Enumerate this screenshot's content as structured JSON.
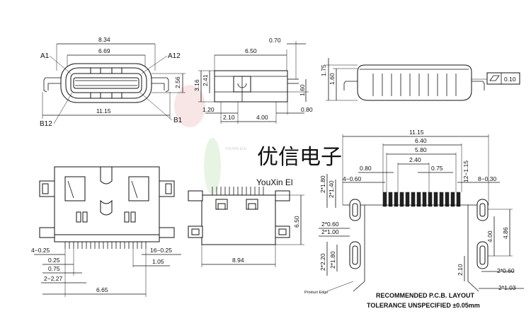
{
  "watermark": {
    "cn": "优信电子",
    "en": "YouXin El",
    "small": "YOUXIN ELE"
  },
  "top_view": {
    "overall_width": "8.34",
    "shell_width": "6.69",
    "pitch_span": "11.15",
    "height": "2.56",
    "pin_a1": "A1",
    "pin_a12": "A12",
    "pin_b12": "B12",
    "pin_b1": "B1"
  },
  "side_view": {
    "length": "6.50",
    "offset": "0.70",
    "h_overall": "3.16",
    "h_body": "2.41",
    "h_lead": "1.60",
    "lead_a": "1.20",
    "lead_b": "2.10",
    "lead_c": "4.00",
    "lead_d": "0.80"
  },
  "end_view": {
    "height_a": "1.75",
    "height_b": "1.60",
    "flatness": "0.10"
  },
  "bottom_view": {
    "dim_a": "4−0.25",
    "dim_b": "16−0.25",
    "dim_c": "0.25",
    "dim_d": "1.05",
    "dim_e": "0.75",
    "dim_f": "2−2.27",
    "dim_g": "6.65"
  },
  "front_view": {
    "width": "8.94",
    "height": "6.50"
  },
  "pcb": {
    "w_total": "11.15",
    "w_640": "6.40",
    "w_580": "5.80",
    "w_240": "2.40",
    "w_080": "0.80",
    "w_075": "0.75",
    "d_12_115": "12−1.15",
    "d_4_060": "4−0.60",
    "d_8_030": "8−0.30",
    "v_2_180_top": "2*1.80",
    "v_2_140": "2*1.40",
    "v_2_060": "2*0.60",
    "v_2_100": "2*1.00",
    "v_2_220": "2*2.20",
    "v_2_180_bot": "2*1.80",
    "v_486": "4.86",
    "v_400": "4.00",
    "v_210": "2.10",
    "r_2_060": "2*0.60",
    "r_2_103": "2*1.03",
    "product_edge": "Product Edge",
    "title": "RECOMMENDED  P.C.B. LAYOUT",
    "tolerance": "TOLERANCE UNSPECIFIED ±0.05mm"
  }
}
